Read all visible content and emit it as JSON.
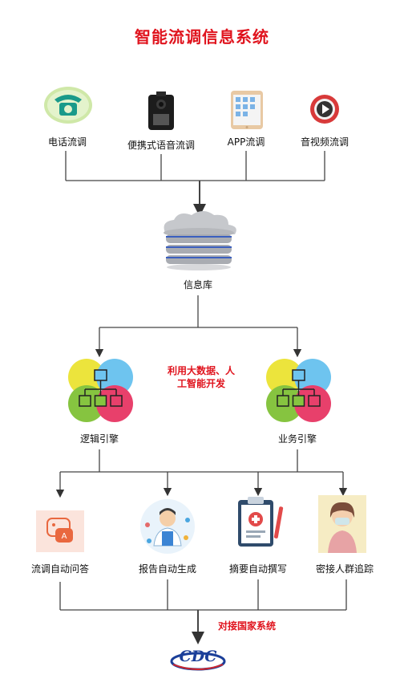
{
  "title": "智能流调信息系统",
  "sources": [
    {
      "label": "电话流调",
      "icon": "telephone-icon"
    },
    {
      "label": "便携式语音流调",
      "icon": "voice-recorder-icon"
    },
    {
      "label": "APP流调",
      "icon": "tablet-icon"
    },
    {
      "label": "音视频流调",
      "icon": "video-play-icon"
    }
  ],
  "database": {
    "label": "信息库",
    "icon": "database-cloud-icon"
  },
  "engines": [
    {
      "label": "逻辑引擎",
      "icon": "logic-network-icon"
    },
    {
      "label": "业务引擎",
      "icon": "business-network-icon"
    }
  ],
  "center_note": {
    "line1": "利用大数据、人",
    "line2": "工智能开发"
  },
  "outputs": [
    {
      "label": "流调自动问答",
      "icon": "qa-chat-icon"
    },
    {
      "label": "报告自动生成",
      "icon": "doctor-report-icon"
    },
    {
      "label": "摘要自动撰写",
      "icon": "clipboard-medical-icon"
    },
    {
      "label": "密接人群追踪",
      "icon": "masked-person-icon"
    }
  ],
  "bottom_note": "对接国家系统",
  "logo_text": "CDC"
}
